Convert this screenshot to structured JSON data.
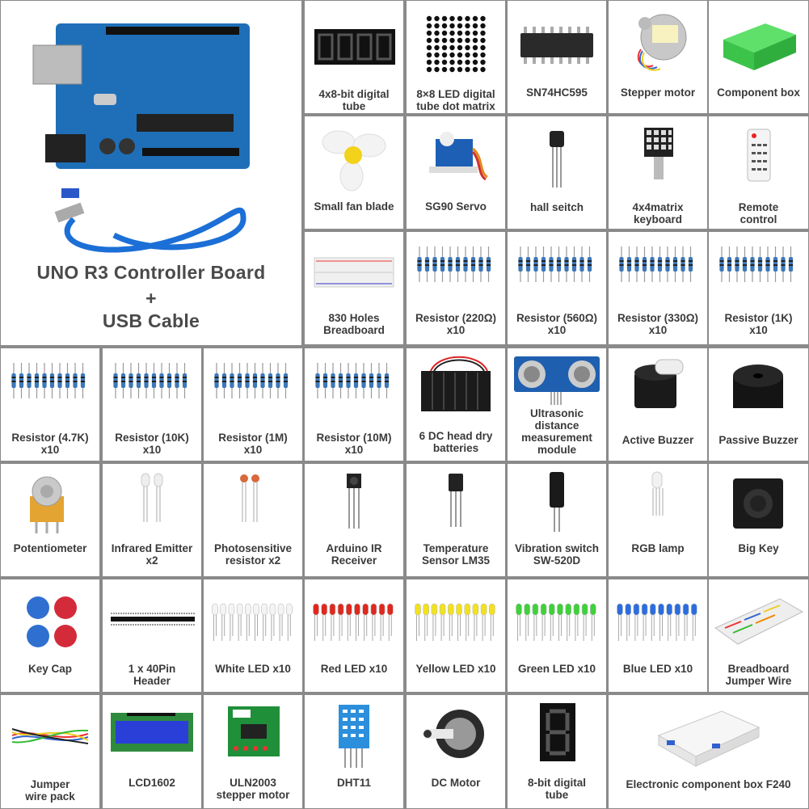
{
  "main_title": {
    "line1": "UNO R3 Controller Board",
    "line2": "+",
    "line3": "USB Cable"
  },
  "items": {
    "tube4": "4x8-bit digital\ntube",
    "matrix8": "8×8 LED digital\ntube dot matrix",
    "sn74": "SN74HC595",
    "stepper": "Stepper motor",
    "compbox": "Component box",
    "fan": "Small fan blade",
    "servo": "SG90  Servo",
    "hall": "hall seitch",
    "keypad": "4x4matrix\nkeyboard",
    "remote": "Remote\ncontrol",
    "breadboard": "830 Holes\nBreadboard",
    "r220": "Resistor (220Ω)\nx10",
    "r560": "Resistor (560Ω)\nx10",
    "r330": "Resistor (330Ω)\nx10",
    "r1k": "Resistor (1K)\nx10",
    "r47k": "Resistor (4.7K)\nx10",
    "r10k": "Resistor (10K)\nx10",
    "r1m": "Resistor (1M)\nx10",
    "r10m": "Resistor (10M)\nx10",
    "battery": "6 DC head dry\nbatteries",
    "ultrasonic": "Ultrasonic\ndistance\nmeasurement\nmodule",
    "activebuzzer": "Active Buzzer",
    "passivebuzzer": "Passive Buzzer",
    "pot": "Potentiometer",
    "irled": "Infrared Emitter\nx2",
    "photo": "Photosensitive\nresistor x2",
    "irrecv": "Arduino IR\nReceiver",
    "lm35": "Temperature\nSensor LM35",
    "vib": "Vibration switch\nSW-520D",
    "rgb": "RGB lamp",
    "bigkey": "Big Key",
    "keycap": "Key Cap",
    "header": "1 x 40Pin\nHeader",
    "white": "White LED x10",
    "red": "Red LED x10",
    "yellow": "Yellow LED x10",
    "green": "Green LED x10",
    "blue": "Blue LED x10",
    "jumper": "Breadboard\nJumper Wire",
    "wirepack": "Jumper\nwire pack",
    "lcd": "LCD1602",
    "uln": "ULN2003\nstepper motor",
    "dht": "DHT11",
    "dcmotor": "DC Motor",
    "seg1": "8-bit digital\ntube",
    "f240": "Electronic component box F240"
  },
  "icon_names": [
    "uno-board",
    "usb-cable",
    "seven-seg",
    "dot-matrix",
    "ic-chip",
    "stepper-motor",
    "component-box",
    "fan-blade",
    "servo",
    "hall-sensor",
    "keypad",
    "remote",
    "breadboard",
    "resistor-strip",
    "battery-holder",
    "ultrasonic",
    "buzzer",
    "potentiometer",
    "led",
    "ldr",
    "ir-receiver",
    "to92",
    "vibration-switch",
    "big-key",
    "key-caps",
    "pin-header",
    "lcd",
    "uln-board",
    "dht11",
    "dc-motor",
    "plastic-box"
  ],
  "colors": {
    "board_blue": "#1f6fb8",
    "led_red": "#e0281e",
    "led_yellow": "#f2e21c",
    "led_green": "#3fd13a",
    "led_blue": "#2b6de0",
    "led_white": "#f4f4f4",
    "seg_red": "#ff2a2a",
    "label_gray": "#3a3a3a"
  }
}
